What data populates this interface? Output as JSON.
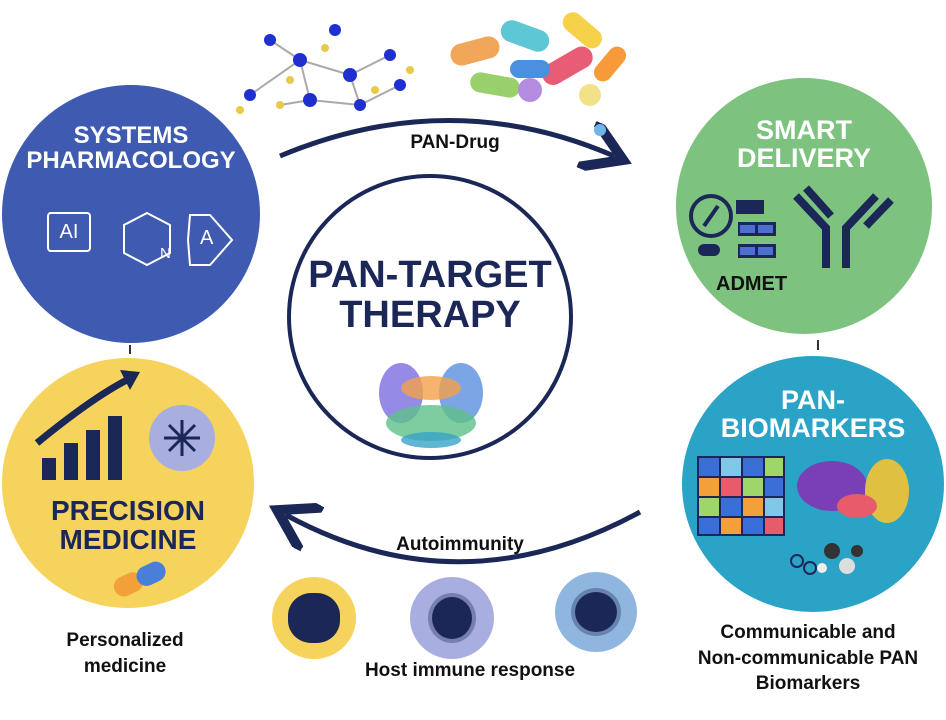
{
  "center": {
    "title_line1": "PAN-TARGET",
    "title_line2": "THERAPY"
  },
  "nodes": {
    "systems_pharmacology": {
      "line1": "SYSTEMS",
      "line2": "PHARMACOLOGY",
      "icon_ai": "AI",
      "icon_n": "N",
      "icon_a": "A",
      "color": "#3f5bb1"
    },
    "smart_delivery": {
      "line1": "SMART",
      "line2": "DELIVERY",
      "sub": "ADMET",
      "color": "#7dc37f"
    },
    "pan_biomarkers": {
      "line1": "PAN-",
      "line2": "BIOMARKERS",
      "color": "#2ba3c6"
    },
    "precision_medicine": {
      "line1": "PRECISION",
      "line2": "MEDICINE",
      "color": "#f5d35c"
    }
  },
  "arrows": {
    "top": "PAN-Drug",
    "bottom": "Autoimmunity"
  },
  "captions": {
    "personalized_1": "Personalized",
    "personalized_2": "medicine",
    "host": "Host immune response",
    "biomarkers_1": "Communicable and",
    "biomarkers_2": "Non-communicable PAN",
    "biomarkers_3": "Biomarkers"
  },
  "colors": {
    "navy": "#1b2757"
  }
}
